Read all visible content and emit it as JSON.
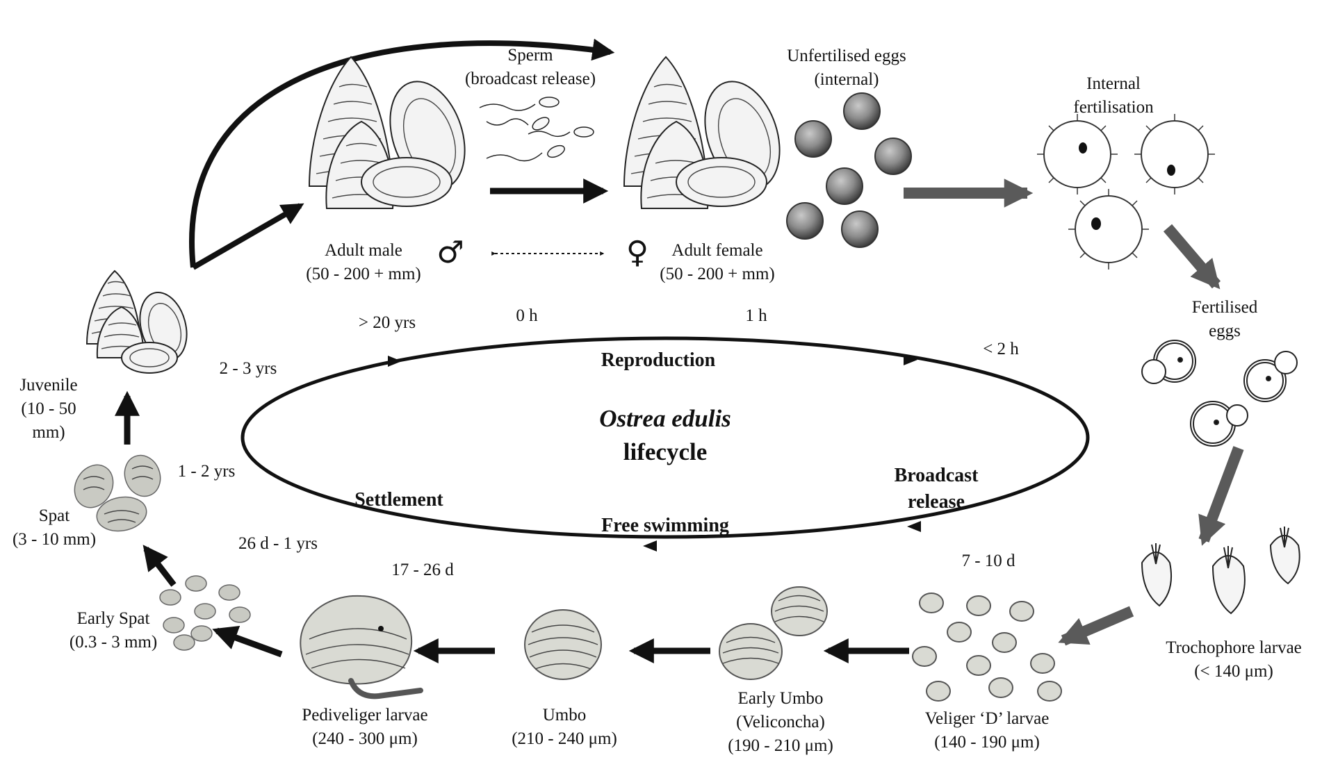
{
  "title": {
    "species": "Ostrea edulis",
    "word": "lifecycle"
  },
  "phases": {
    "reproduction": "Reproduction",
    "broadcast_line1": "Broadcast",
    "broadcast_line2": "release",
    "free_swimming": "Free swimming",
    "settlement": "Settlement"
  },
  "times": {
    "gt20yrs": "> 20 yrs",
    "h0": "0 h",
    "h1": "1 h",
    "lt2h": "< 2 h",
    "d7_10": "7 - 10 d",
    "d17_26": "17 - 26 d",
    "d26_1yrs": "26 d - 1 yrs",
    "yrs1_2": "1 - 2 yrs",
    "yrs2_3": "2 - 3 yrs"
  },
  "stages": {
    "sperm": {
      "line1": "Sperm",
      "line2": "(broadcast release)"
    },
    "unfertilised": {
      "line1": "Unfertilised eggs",
      "line2": "(internal)"
    },
    "internal_fert": {
      "line1": "Internal",
      "line2": "fertilisation"
    },
    "fertilised": {
      "line1": "Fertilised",
      "line2": "eggs"
    },
    "trochophore": {
      "line1": "Trochophore larvae",
      "line2": "(< 140 μm)"
    },
    "veliger": {
      "line1": "Veliger ‘D’ larvae",
      "line2": "(140 - 190 μm)"
    },
    "early_umbo": {
      "line1": "Early Umbo",
      "line2": "(Veliconcha)",
      "line3": "(190 - 210 μm)"
    },
    "umbo": {
      "line1": "Umbo",
      "line2": "(210 - 240 μm)"
    },
    "pediveliger": {
      "line1": "Pediveliger larvae",
      "line2": "(240 - 300 μm)"
    },
    "early_spat": {
      "line1": "Early Spat",
      "line2": "(0.3 - 3 mm)"
    },
    "spat": {
      "line1": "Spat",
      "line2": "(3 - 10 mm)"
    },
    "juvenile": {
      "line1": "Juvenile",
      "line2": "(10 - 50",
      "line3": "mm)"
    },
    "adult_male": {
      "line1": "Adult male",
      "line2": "(50 - 200 + mm)",
      "symbol": "♂"
    },
    "adult_female": {
      "line1": "Adult female",
      "line2": "(50 - 200 + mm)",
      "symbol": "♀"
    }
  },
  "colors": {
    "ink": "#111111",
    "grey_arrow": "#5a5a5a",
    "larva_fill": "#d9dad3"
  }
}
